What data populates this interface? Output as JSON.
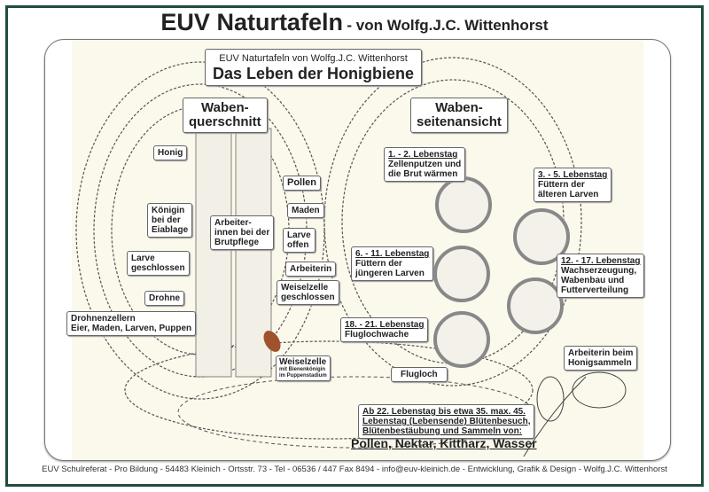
{
  "header": {
    "title_main": "EUV Naturtafeln",
    "title_sub": "- von Wolfg.J.C. Wittenhorst"
  },
  "poster": {
    "box_author": "EUV Naturtafeln von Wolfg.J.C. Wittenhorst",
    "box_title": "Das Leben der Honigbiene",
    "section_left": [
      "Waben-",
      "querschnitt"
    ],
    "section_right": [
      "Waben-",
      "seitenansicht"
    ]
  },
  "labels_left": {
    "honig": "Honig",
    "pollen": "Pollen",
    "koenigin": [
      "Königin",
      "bei der",
      "Eiablage"
    ],
    "maden": "Maden",
    "arbeiterinnen": [
      "Arbeiter-",
      "innen bei der",
      "Brutpflege"
    ],
    "larve_offen": [
      "Larve",
      "offen"
    ],
    "larve_geschlossen": [
      "Larve",
      "geschlossen"
    ],
    "arbeiterin": "Arbeiterin",
    "weiselzelle_geschlossen": [
      "Weiselzelle",
      "geschlossen"
    ],
    "drohne": "Drohne",
    "drohnenzellen": [
      "Drohnenzellern",
      "Eier, Maden, Larven, Puppen"
    ],
    "weiselzelle": [
      "Weiselzelle",
      "mit Bienenkönigin",
      "im Puppenstadium"
    ]
  },
  "labels_right": {
    "tag1": [
      "1. - 2. Lebenstag",
      "Zellenputzen und",
      "die Brut wärmen"
    ],
    "tag3": [
      "3. - 5. Lebenstag",
      "Füttern der",
      "älteren Larven"
    ],
    "tag6": [
      "6. - 11. Lebenstag",
      "Füttern der",
      "jüngeren Larven"
    ],
    "tag12": [
      "12. - 17. Lebenstag",
      "Wachserzeugung,",
      "Wabenbau und",
      "Futterverteilung"
    ],
    "tag18": [
      "18. - 21. Lebenstag",
      "Fluglochwache"
    ],
    "flugloch": "Flugloch",
    "sammeln": [
      "Arbeiterin beim",
      "Honigsammeln"
    ],
    "tag22": [
      "Ab 22. Lebenstag bis etwa 35. max. 45.",
      "Lebenstag (Lebensende) Blütenbesuch,",
      "Blütenbestäubung und Sammeln von:"
    ],
    "sammelgut": "Pollen, Nektar, Kittharz, Wasser"
  },
  "footer": "EUV Schulreferat - Pro Bildung -  54483 Kleinich - Ortsstr. 73 - Tel - 06536 / 447 Fax 8494 - info@euv-kleinich.de - Entwicklung, Grafik & Design - Wolfg.J.C. Wittenhorst",
  "colors": {
    "frame": "#1f4d3a",
    "paper": "#fbf8ec"
  }
}
